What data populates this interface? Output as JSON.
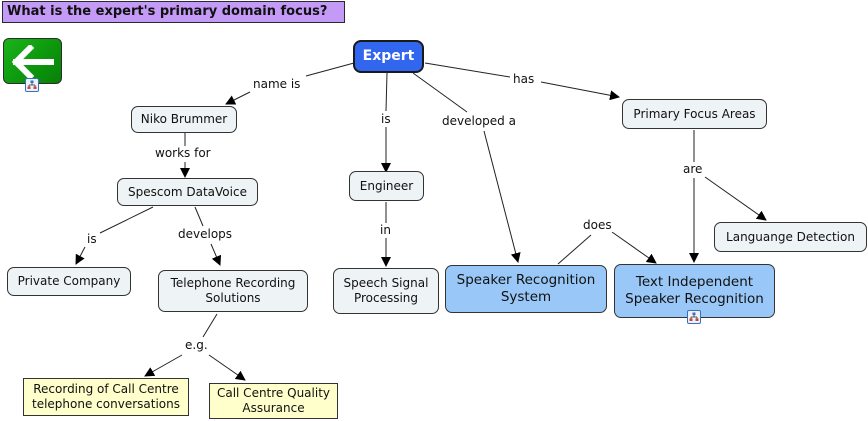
{
  "title": "What is the expert's primary domain focus?",
  "back_button": {
    "icon": "arrow-left-icon",
    "badge_icon": "concept-map-link-icon"
  },
  "colors": {
    "title_bg": "#c39af5",
    "root_node": "#3366ee",
    "concept_node": "#eef3f6",
    "highlight_node": "#99c8f8",
    "example_node": "#ffffcc",
    "back_button": "#0e9a0e"
  },
  "nodes": {
    "expert": "Expert",
    "niko": "Niko Brummer",
    "spescom": "Spescom DataVoice",
    "private_company": "Private Company",
    "telephone_recording": "Telephone Recording Solutions",
    "recording_call_centre": "Recording of Call Centre telephone conversations",
    "call_centre_qa": "Call Centre Quality Assurance",
    "engineer": "Engineer",
    "speech_signal": "Speech Signal Processing",
    "speaker_recognition": "Speaker Recognition System",
    "primary_focus": "Primary Focus Areas",
    "language_detection": "Languange Detection",
    "text_independent": "Text Independent Speaker Recognition"
  },
  "links": {
    "name_is": "name is",
    "works_for": "works for",
    "is_company": "is",
    "develops": "develops",
    "eg": "e.g.",
    "is_engineer": "is",
    "in": "in",
    "developed_a": "developed a",
    "has": "has",
    "are": "are",
    "does": "does"
  }
}
